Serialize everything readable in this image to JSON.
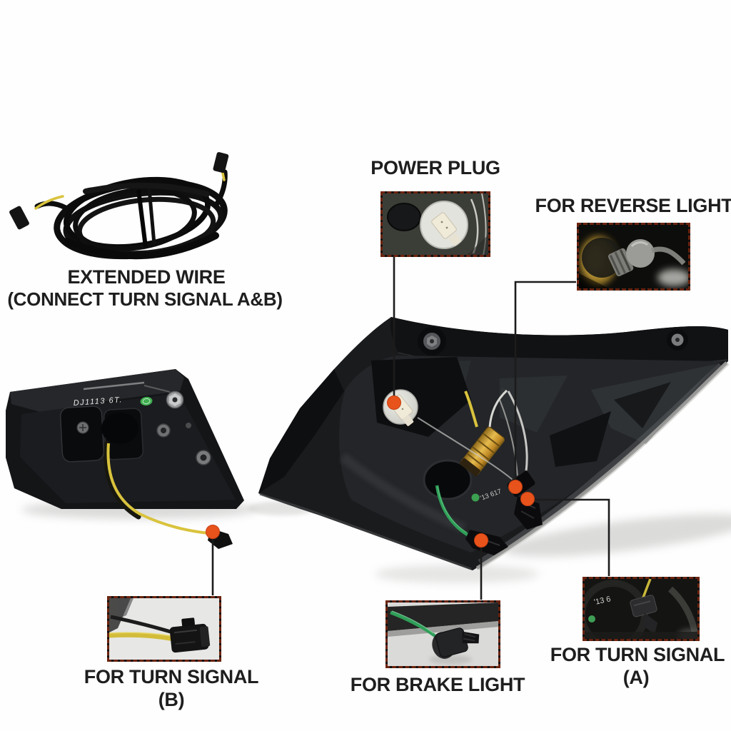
{
  "colors": {
    "background": "#fefefe",
    "accent_orange_dot": "#e8531c",
    "callout_border": "#6b2410",
    "callout_line": "#1c1c1c",
    "label_text": "#1e1e1e",
    "wire_yellow": "#d9c33d",
    "wire_green": "#2f9e58",
    "resistor_gold": "#d9aa3f",
    "housing_black": "#1a1b1d"
  },
  "labels": {
    "power_plug": "POWER PLUG",
    "reverse_light": "FOR REVERSE LIGHT",
    "extended_wire_line1": "EXTENDED WIRE",
    "extended_wire_line2": "(CONNECT TURN SIGNAL A&B)",
    "turn_signal_b_line1": "FOR TURN SIGNAL",
    "turn_signal_b_line2": "(B)",
    "brake_light": "FOR BRAKE LIGHT",
    "turn_signal_a_line1": "FOR TURN SIGNAL",
    "turn_signal_a_line2": "(A)"
  },
  "annotations": {
    "inner_lamp_marking": "DJ1113 6T.",
    "housing_marking": "'13 617",
    "turn_a_inset_marking": "'13 6"
  },
  "callouts": {
    "power_plug": {
      "label": "POWER PLUG",
      "photo": "power-plug-socket-photo"
    },
    "reverse_light": {
      "label": "FOR REVERSE LIGHT",
      "photo": "reverse-bulb-socket-photo"
    },
    "turn_signal_b": {
      "label": "FOR TURN SIGNAL (B)",
      "photo": "turn-signal-b-connector-photo"
    },
    "brake_light": {
      "label": "FOR BRAKE LIGHT",
      "photo": "brake-bulb-socket-photo"
    },
    "turn_signal_a": {
      "label": "FOR TURN SIGNAL (A)",
      "photo": "turn-signal-a-connector-photo"
    }
  }
}
